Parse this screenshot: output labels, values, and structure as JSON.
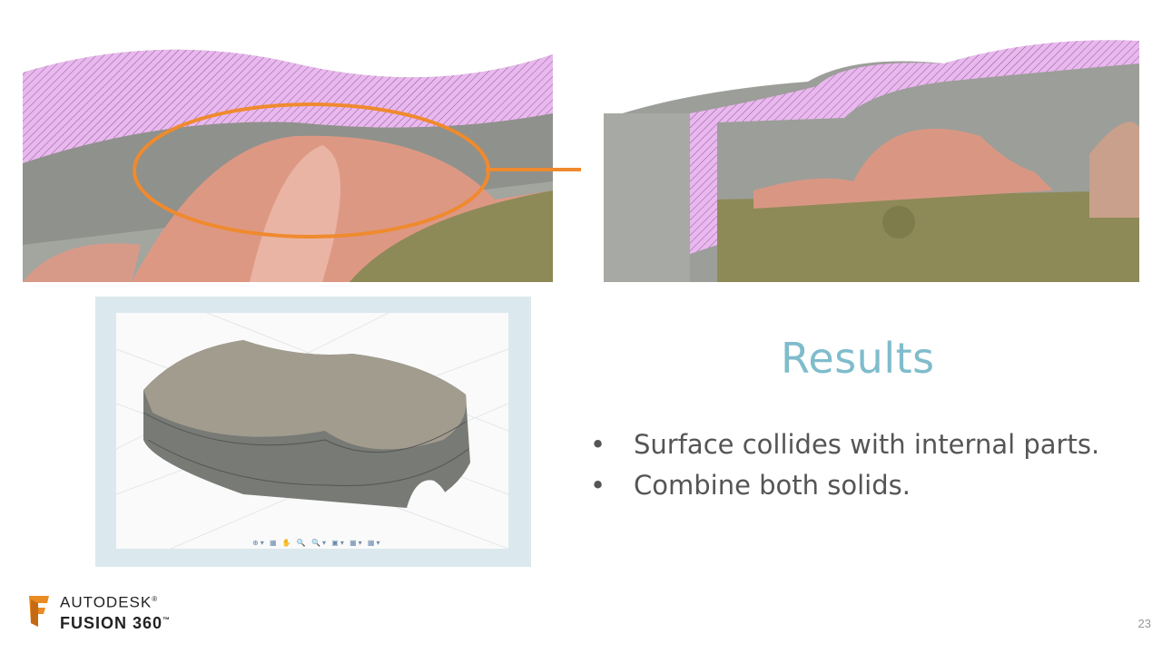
{
  "slide": {
    "title": "Results",
    "bullets": [
      {
        "marker": "•",
        "text": "Surface collides with internal parts."
      },
      {
        "marker": "•",
        "text": "Combine both solids."
      }
    ],
    "page_number": "23"
  },
  "logo": {
    "line1": "AUTODESK",
    "line1_mark": "®",
    "line2": "FUSION 360",
    "line2_mark": "™"
  },
  "viewport_toolbar": {
    "icons": "⊕▾ ▦ ✋ 🔍 🔍▾ ▣▾ ▦▾ ▦▾"
  },
  "colors": {
    "accent_title": "#7fbccc",
    "arrow": "#ef8a2e",
    "section_hatch": "#e6b5ea",
    "skin": "#e7a08a",
    "part": "#8c8a55"
  }
}
